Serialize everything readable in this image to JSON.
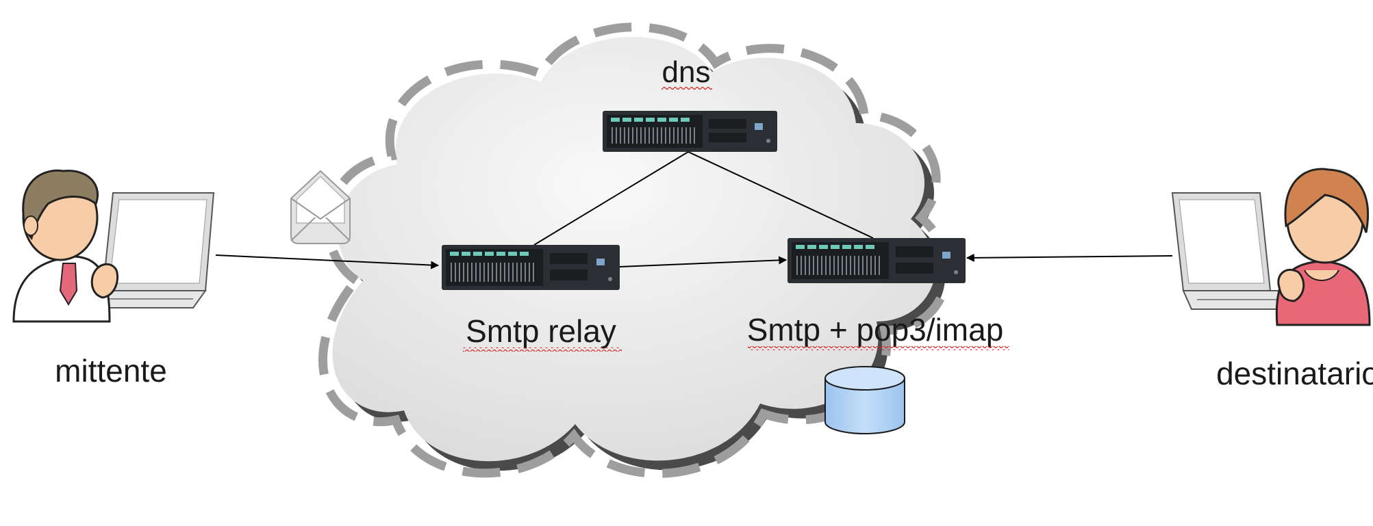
{
  "labels": {
    "dns": "dns",
    "smtp_relay": "Smtp relay",
    "smtp_pop3_imap": "Smtp + pop3/imap",
    "sender": "mittente",
    "recipient": "destinatario"
  },
  "icons": {
    "sender": "user-with-laptop-icon",
    "recipient": "user-with-laptop-icon",
    "servers": "rack-server-icon",
    "mail": "envelope-icon",
    "storage": "database-icon",
    "network": "cloud-icon"
  },
  "colors": {
    "cloud_fill": "#e9e9e9",
    "cloud_dash": "#9e9e9e",
    "server_body": "#2b2f33",
    "server_led": "#6fc9b8",
    "database_fill": "#aed1f5",
    "sender_hair": "#8d7e62",
    "recipient_hair": "#d0834e",
    "spell_underline": "#d42020"
  }
}
